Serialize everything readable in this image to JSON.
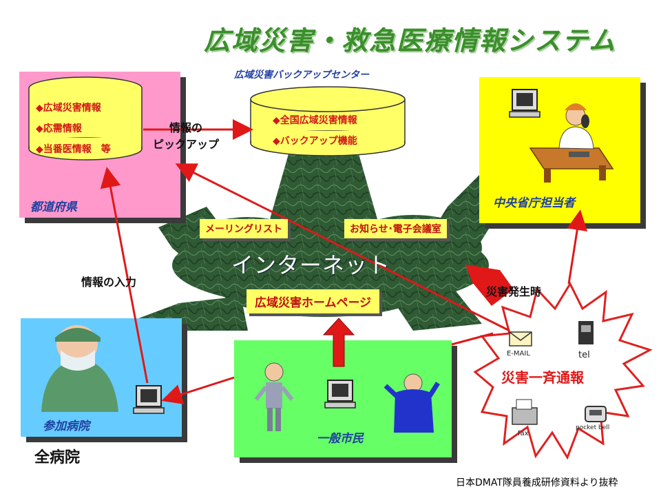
{
  "title": "広域災害・救急医療情報システム",
  "backup_center": {
    "label": "広域災害バックアップセンター",
    "items": [
      "◆全国広域災害情報",
      "◆バックアップ機能"
    ]
  },
  "prefecture": {
    "label": "都道府県",
    "items": [
      "◆広域災害情報",
      "◆応需情報",
      "◆当番医情報　等"
    ]
  },
  "ministry": {
    "label": "中央省庁担当者"
  },
  "hospital": {
    "label": "参加病院",
    "below_label": "全病院"
  },
  "citizens": {
    "label": "一般市民"
  },
  "internet": {
    "label": "インターネット",
    "mailing_list": "メーリングリスト",
    "notice": "お知らせ･電子会議室",
    "homepage": "広域災害ホームページ"
  },
  "arrows": {
    "pickup_line1": "情報の",
    "pickup_line2": "ピックアップ",
    "input": "情報の入力",
    "disaster_time": "災害発生時"
  },
  "broadcast": {
    "label": "災害一斉通報",
    "email": "E-MAIL",
    "tel": "tel",
    "fax": "fax",
    "pocket_bell": "pocket bell"
  },
  "source": "日本DMAT隊員養成研修資料より抜粋"
}
